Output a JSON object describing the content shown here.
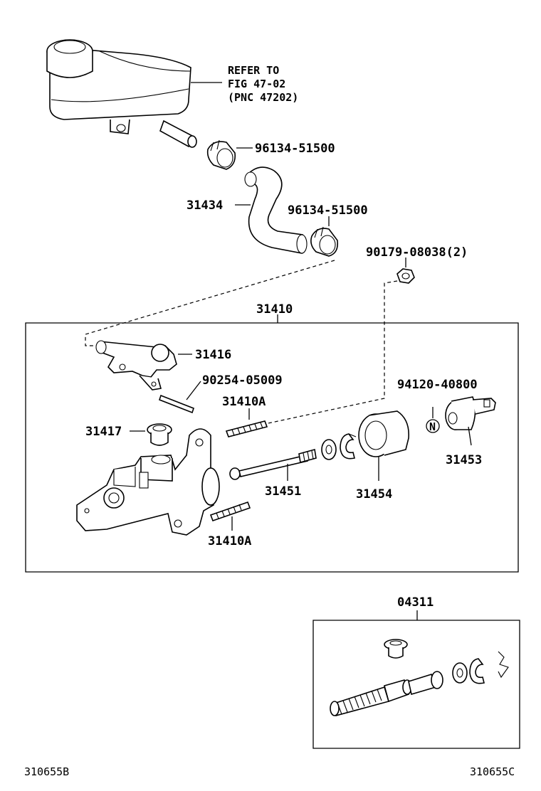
{
  "callouts": {
    "refer_line1": "REFER TO",
    "refer_line2": "FIG 47-02",
    "refer_line3": "(PNC 47202)",
    "clip_upper": "96134-51500",
    "hose": "31434",
    "clip_lower": "96134-51500",
    "nut": "90179-08038(2)",
    "assembly": "31410",
    "union": "31416",
    "pin": "90254-05009",
    "stud_upper": "31410A",
    "plug": "31417",
    "clevis_part": "94120-40800",
    "boot_part": "31453",
    "push_rod": "31451",
    "boot": "31454",
    "stud_lower": "31410A",
    "kit": "04311",
    "n_mark": "N"
  },
  "footer": {
    "left_code": "310655B",
    "right_code": "310655C"
  }
}
